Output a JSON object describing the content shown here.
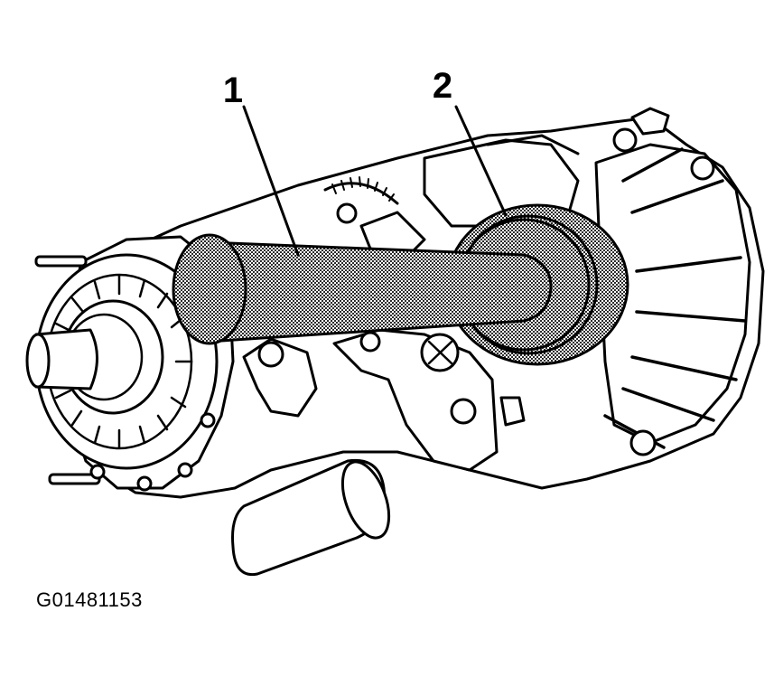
{
  "figure": {
    "code": "G01481153",
    "callouts": [
      {
        "id": "callout-1",
        "label": "1"
      },
      {
        "id": "callout-2",
        "label": "2"
      }
    ]
  },
  "colors": {
    "ink": "#000000",
    "paper": "#ffffff",
    "highlight_fill": "#9a9a9a"
  }
}
